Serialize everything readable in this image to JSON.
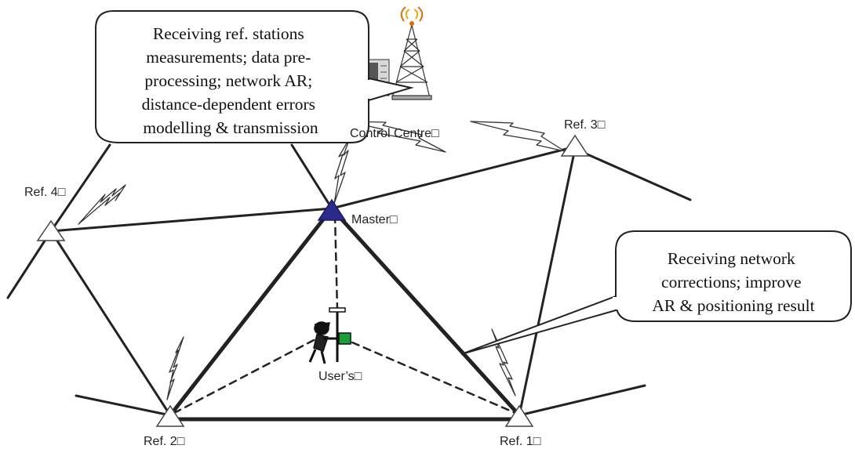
{
  "diagram": {
    "stations": {
      "master": {
        "label": "Master□"
      },
      "ref1": {
        "label": "Ref. 1□"
      },
      "ref2": {
        "label": "Ref. 2□"
      },
      "ref3": {
        "label": "Ref. 3□"
      },
      "ref4": {
        "label": "Ref. 4□"
      },
      "control_centre": {
        "label": "Control Centre□"
      },
      "user": {
        "label": "User’s□"
      }
    },
    "callouts": {
      "control": {
        "lines": [
          "Receiving ref. stations",
          "measurements; data pre-",
          "processing; network AR;",
          "distance-dependent errors",
          "modelling & transmission"
        ]
      },
      "user": {
        "lines": [
          "Receiving network",
          "corrections; improve",
          "AR & positioning result"
        ]
      }
    },
    "colors": {
      "master_fill": "#2b2b8c",
      "receiver_screen": "#1a9e3a",
      "tower_flame": "#f2a900",
      "line": "#222222"
    },
    "icons": {
      "tower": "radio-tower-icon",
      "server": "server-rack-icon",
      "surveyor": "surveyor-person-icon",
      "radio_link": "lightning-link-icon"
    }
  }
}
